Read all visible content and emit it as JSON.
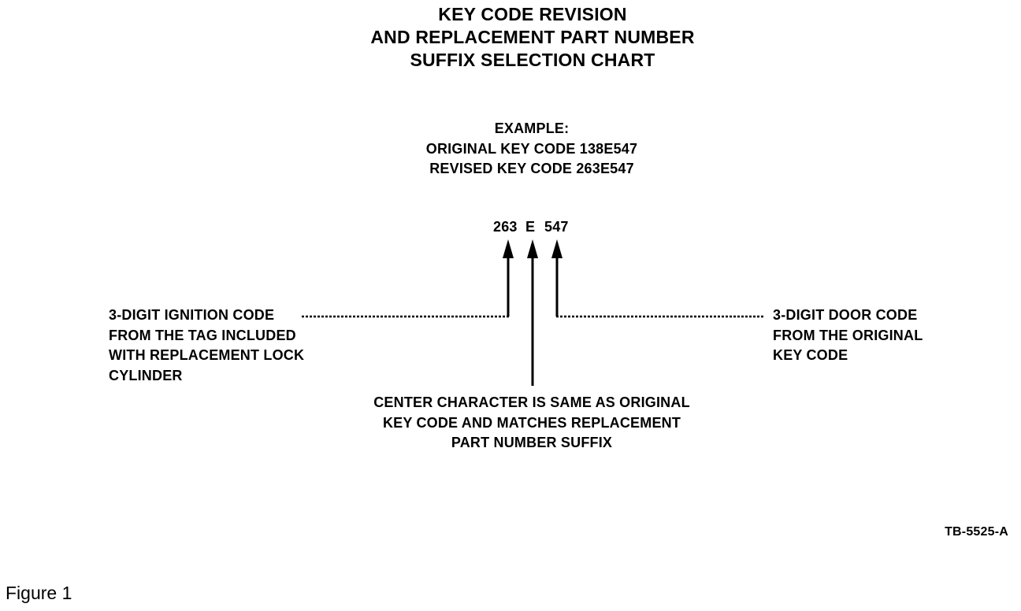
{
  "title": {
    "line1": "KEY CODE REVISION",
    "line2": "AND REPLACEMENT PART NUMBER",
    "line3": "SUFFIX SELECTION CHART"
  },
  "example": {
    "heading": "EXAMPLE:",
    "original": "ORIGINAL KEY CODE 138E547",
    "revised": "REVISED KEY CODE 263E547"
  },
  "code": {
    "ignition": "263",
    "center": "E",
    "door": "547"
  },
  "labels": {
    "left": [
      "3-DIGIT IGNITION CODE",
      "FROM THE TAG INCLUDED",
      "WITH REPLACEMENT LOCK",
      "CYLINDER"
    ],
    "right": [
      "3-DIGIT DOOR CODE",
      "FROM THE ORIGINAL",
      "KEY CODE"
    ],
    "center": [
      "CENTER CHARACTER IS SAME AS ORIGINAL",
      "KEY CODE AND MATCHES REPLACEMENT",
      "PART NUMBER SUFFIX"
    ]
  },
  "figure_id": "TB-5525-A",
  "caption": "Figure 1",
  "colors": {
    "ink": "#000000",
    "background": "#ffffff"
  }
}
